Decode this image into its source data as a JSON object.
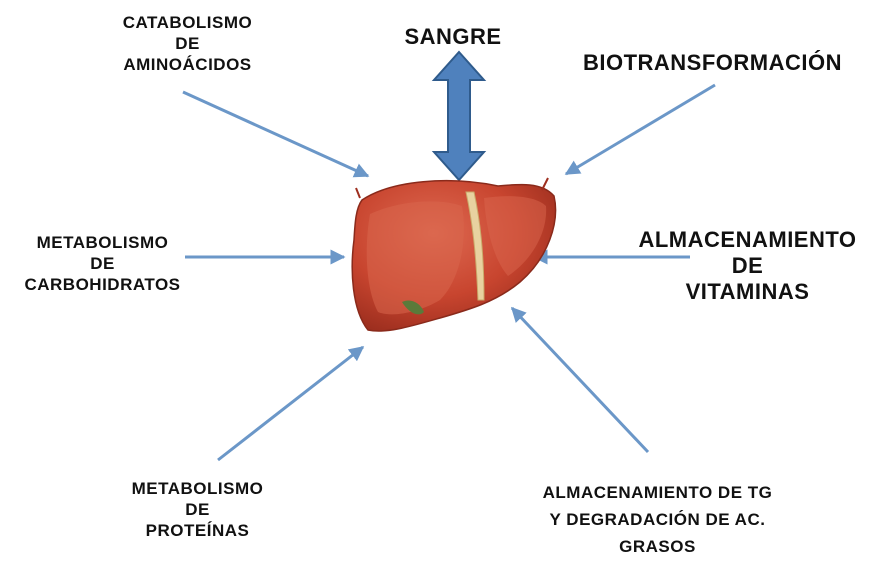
{
  "diagram": {
    "center": "liver-illustration",
    "labels": {
      "sangre": [
        "SANGRE"
      ],
      "biotransformacion": [
        "BIOTRANSFORMACIÓN"
      ],
      "catabolismo": [
        "CATABOLISMO",
        "DE",
        "AMINOÁCIDOS"
      ],
      "carbohidratos": [
        "METABOLISMO",
        "DE",
        "CARBOHIDRATOS"
      ],
      "vitaminas": [
        "ALMACENAMIENTO",
        "DE",
        "VITAMINAS"
      ],
      "proteinas": [
        "METABOLISMO",
        "DE",
        "PROTEÍNAS"
      ],
      "trigliceridos": [
        "ALMACENAMIENTO DE TG",
        "Y DEGRADACIÓN DE AC.",
        "GRASOS"
      ]
    },
    "colors": {
      "arrow": "#6b97c8",
      "double_arrow_fill": "#4f81bd",
      "double_arrow_stroke": "#2f5b8c",
      "liver": "#c8452f",
      "liver_highlight": "#d9664d",
      "ligament": "#e8d2a0",
      "text": "#111111"
    }
  }
}
